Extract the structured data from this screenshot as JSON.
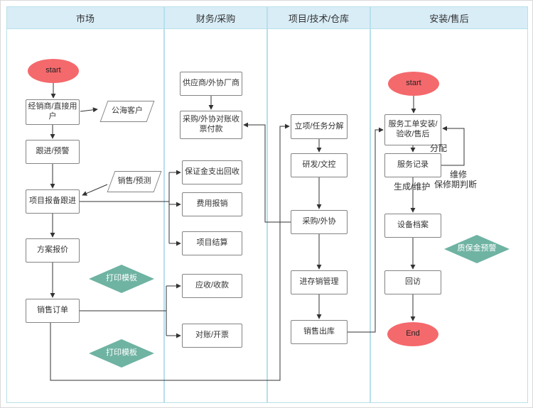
{
  "lanes": [
    {
      "label": "市场"
    },
    {
      "label": "财务/采购"
    },
    {
      "label": "项目/技术/仓库"
    },
    {
      "label": "安装/售后"
    }
  ],
  "nodes": {
    "market_start": "start",
    "dealer_direct_user": "经销商/直接用户",
    "public_sea_customer": "公海客户",
    "follow_up_alert": "跟进/预警",
    "sales_forecast": "销售/预测",
    "project_filing_follow": "项目报备跟进",
    "solution_quote": "方案报价",
    "print_template_1": "打印模板",
    "sales_order": "销售订单",
    "print_template_2": "打印模板",
    "supplier_vendor": "供应商/外协厂商",
    "purchase_reconcile": "采购/外协对账收票付款",
    "deposit_refund": "保证金支出回收",
    "expense_reimburse": "费用报销",
    "project_settlement": "项目结算",
    "receivable_collection": "应收/收款",
    "reconcile_invoice": "对账/开票",
    "project_init": "立项/任务分解",
    "rd_doc_control": "研发/文控",
    "purchase_outsource": "采购/外协",
    "inventory_mgmt": "进存销管理",
    "sales_outbound": "销售出库",
    "service_start": "start",
    "service_order": "服务工单安装/验收/售后",
    "service_record": "服务记录",
    "equipment_archive": "设备档案",
    "warranty_alert": "质保金预警",
    "revisit": "回访",
    "end": "End"
  },
  "edge_labels": {
    "assign": "分配",
    "repair": "维修",
    "warranty_judge": "保修期判断",
    "generate_maintain": "生成/维护"
  },
  "colors": {
    "lane_header_bg": "#d9edf7",
    "lane_border": "#b7e0ea",
    "terminator_fill": "#f4696c",
    "diamond_fill": "#6fb3a3",
    "node_border": "#848484",
    "edge_stroke": "#333333"
  }
}
